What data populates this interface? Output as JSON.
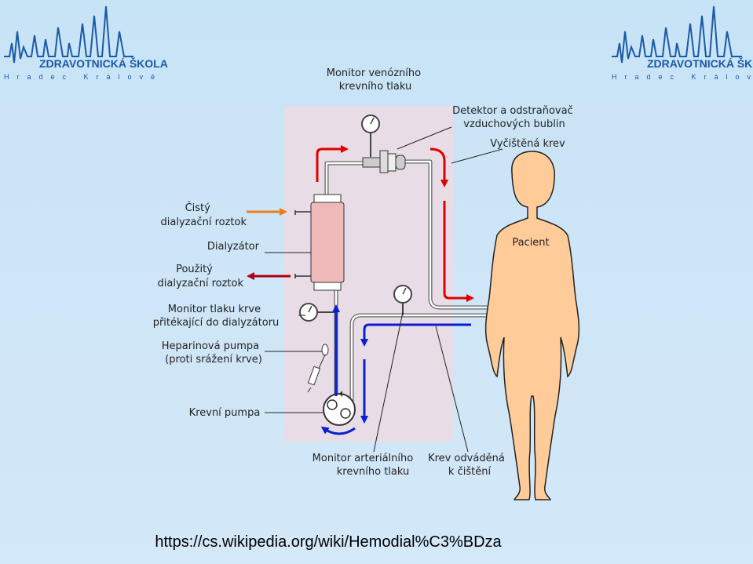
{
  "logo": {
    "name": "ZDRAVOTNICKÁ ŠKOLA",
    "city": "Hradec Králové"
  },
  "labels": {
    "venous_monitor": [
      "Monitor venózního",
      "krevního tlaku"
    ],
    "air_detector": [
      "Detektor a odstraňovač",
      "vzduchových bublin"
    ],
    "clean_blood": "Vyčištěná krev",
    "fresh_dialysate": [
      "Čistý",
      "dialyzační roztok"
    ],
    "dialyzer": "Dialyzátor",
    "used_dialysate": [
      "Použitý",
      "dialyzační roztok"
    ],
    "inflow_monitor": [
      "Monitor tlaku krve",
      "přitékající do dialyzátoru"
    ],
    "heparin_pump": [
      "Heparinová pumpa",
      "(proti srážení krve)"
    ],
    "blood_pump": "Krevní pumpa",
    "arterial_monitor": [
      "Monitor arteriálního",
      "krevního tlaku"
    ],
    "blood_out": [
      "Krev odváděná",
      "k čištění"
    ],
    "patient": "Pacient"
  },
  "source_url": "https://cs.wikipedia.org/wiki/Hemodial%C3%BDza",
  "colors": {
    "panel": "#e8dde6",
    "dialyzer": "#f0b9b9",
    "skin": "#ffcc99",
    "arrow_red": "#e00000",
    "arrow_blue": "#0a1fd1",
    "arrow_orange": "#f07a1e",
    "arrow_darkred": "#b00010",
    "logo": "#1a5aa6"
  }
}
